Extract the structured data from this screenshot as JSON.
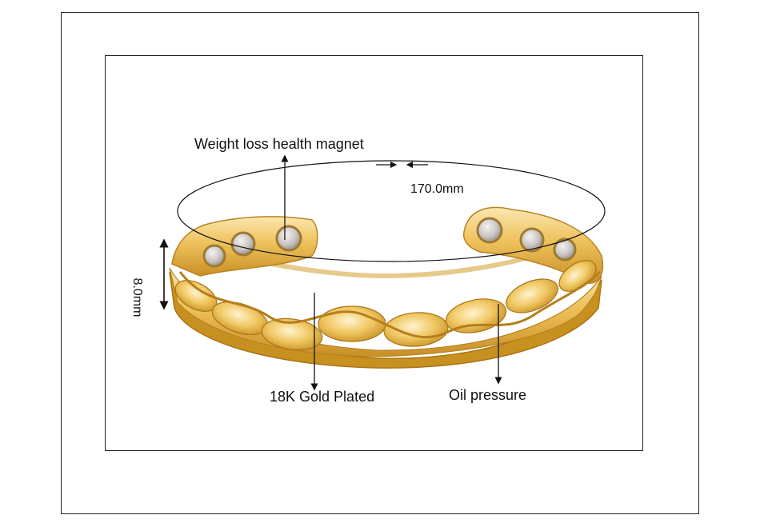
{
  "annotations": {
    "magnet_label": "Weight loss health magnet",
    "diameter_label": "170.0mm",
    "width_label": "8.0mm",
    "plating_label": "18K Gold Plated",
    "feature_label": "Oil pressure"
  },
  "colors": {
    "gold_light": "#f7dfa0",
    "gold_mid": "#e8b94a",
    "gold_dark": "#b9801e",
    "magnet": "#c9c5c3",
    "frame": "#222222"
  }
}
